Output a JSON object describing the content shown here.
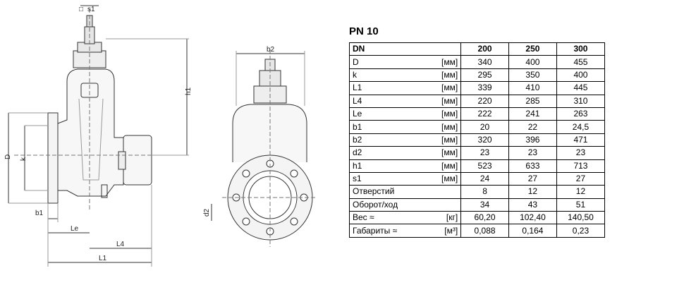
{
  "drawing": {
    "labels": {
      "s1": "s1",
      "square_symbol": "□",
      "h1": "h1",
      "D": "D",
      "k": "k",
      "b1": "b1",
      "Le": "Le",
      "L4": "L4",
      "L1": "L1",
      "b2": "b2",
      "d2": "d2"
    }
  },
  "table": {
    "title": "PN 10",
    "header": [
      "DN",
      "200",
      "250",
      "300"
    ],
    "rows": [
      {
        "name": "D",
        "unit": "[мм]",
        "values": [
          "340",
          "400",
          "455"
        ]
      },
      {
        "name": "k",
        "unit": "[мм]",
        "values": [
          "295",
          "350",
          "400"
        ]
      },
      {
        "name": "L1",
        "unit": "[мм]",
        "values": [
          "339",
          "410",
          "445"
        ]
      },
      {
        "name": "L4",
        "unit": "[мм]",
        "values": [
          "220",
          "285",
          "310"
        ]
      },
      {
        "name": "Le",
        "unit": "[мм]",
        "values": [
          "222",
          "241",
          "263"
        ]
      },
      {
        "name": "b1",
        "unit": "[мм]",
        "values": [
          "20",
          "22",
          "24,5"
        ]
      },
      {
        "name": "b2",
        "unit": "[мм]",
        "values": [
          "320",
          "396",
          "471"
        ]
      },
      {
        "name": "d2",
        "unit": "[мм]",
        "values": [
          "23",
          "23",
          "23"
        ]
      },
      {
        "name": "h1",
        "unit": "[мм]",
        "values": [
          "523",
          "633",
          "713"
        ]
      },
      {
        "name": "s1",
        "unit": "[мм]",
        "values": [
          "24",
          "27",
          "27"
        ]
      },
      {
        "name": "Отверстий",
        "unit": "",
        "values": [
          "8",
          "12",
          "12"
        ]
      },
      {
        "name": "Оборот/ход",
        "unit": "",
        "values": [
          "34",
          "43",
          "51"
        ]
      },
      {
        "name": "Вес ≈",
        "unit": "[кг]",
        "values": [
          "60,20",
          "102,40",
          "140,50"
        ]
      },
      {
        "name": "Габариты ≈",
        "unit": "[м³]",
        "values": [
          "0,088",
          "0,164",
          "0,23"
        ]
      }
    ]
  }
}
